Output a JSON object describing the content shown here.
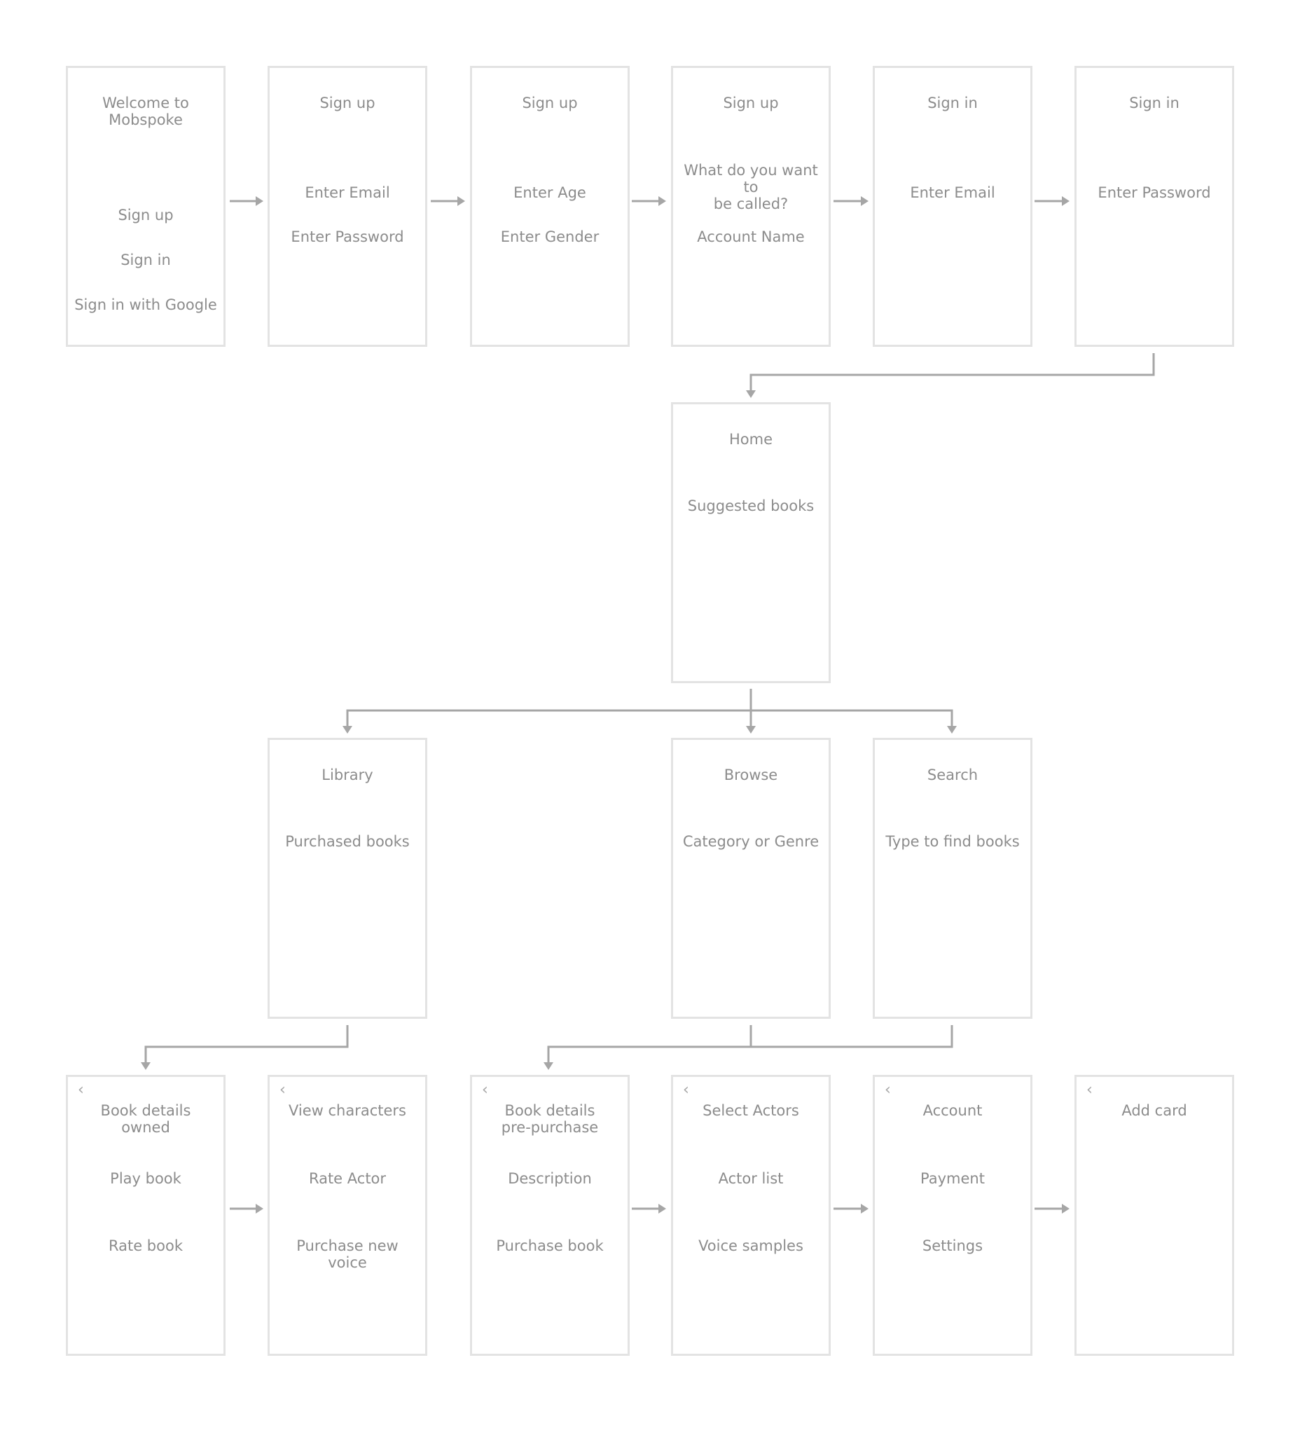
{
  "diagram": {
    "screens": [
      {
        "id": "welcome",
        "title": "Welcome to\nMobspoke",
        "back": "",
        "lines": [
          "Sign up",
          "Sign in",
          "Sign in with Google"
        ]
      },
      {
        "id": "signup-1",
        "title": "Sign up",
        "back": "",
        "lines": [
          "Enter Email",
          "Enter Password"
        ]
      },
      {
        "id": "signup-2",
        "title": "Sign up",
        "back": "",
        "lines": [
          "Enter Age",
          "Enter Gender"
        ]
      },
      {
        "id": "signup-3",
        "title": "Sign up",
        "back": "",
        "lines": [
          "What do you want to\nbe called?",
          "Account Name"
        ]
      },
      {
        "id": "signin-1",
        "title": "Sign in",
        "back": "",
        "lines": [
          "Enter Email"
        ]
      },
      {
        "id": "signin-2",
        "title": "Sign in",
        "back": "",
        "lines": [
          "Enter Password"
        ]
      },
      {
        "id": "home",
        "title": "Home",
        "back": "",
        "lines": [
          "Suggested books"
        ]
      },
      {
        "id": "library",
        "title": "Library",
        "back": "",
        "lines": [
          "Purchased books"
        ]
      },
      {
        "id": "browse",
        "title": "Browse",
        "back": "",
        "lines": [
          "Category or Genre"
        ]
      },
      {
        "id": "search",
        "title": "Search",
        "back": "",
        "lines": [
          "Type to find books"
        ]
      },
      {
        "id": "book-owned",
        "title": "Book details\nowned",
        "back": "‹",
        "lines": [
          "Play book",
          "Rate book"
        ]
      },
      {
        "id": "view-characters",
        "title": "View characters",
        "back": "‹",
        "lines": [
          "Rate Actor",
          "Purchase new\nvoice"
        ]
      },
      {
        "id": "book-prepurchase",
        "title": "Book details\npre-purchase",
        "back": "‹",
        "lines": [
          "Description",
          "Purchase book"
        ]
      },
      {
        "id": "select-actors",
        "title": "Select Actors",
        "back": "‹",
        "lines": [
          "Actor list",
          "Voice samples"
        ]
      },
      {
        "id": "account",
        "title": "Account",
        "back": "‹",
        "lines": [
          "Payment",
          "Settings"
        ]
      },
      {
        "id": "add-card",
        "title": "Add card",
        "back": "‹",
        "lines": []
      }
    ]
  }
}
